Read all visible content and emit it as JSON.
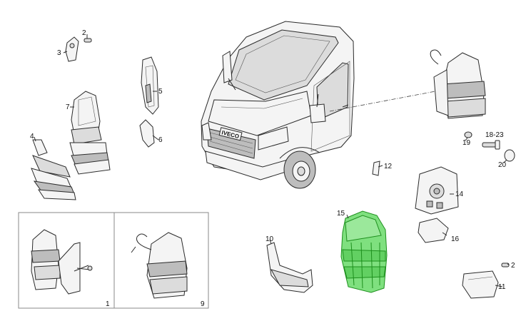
{
  "callouts": {
    "c1": "1",
    "c2a": "2",
    "c2b": "2",
    "c3": "3",
    "c4": "4",
    "c5": "5",
    "c6": "6",
    "c7": "7",
    "c9": "9",
    "c10": "10",
    "c11": "11",
    "c12": "12",
    "c14": "14",
    "c15": "15",
    "c16": "16",
    "c18_23": "18-23",
    "c19": "19",
    "c20": "20"
  },
  "truck_badge": "IVECO",
  "colors": {
    "highlight": "#7fe07f",
    "highlight_edge": "#1d8f1d",
    "line": "#2b2b2b"
  }
}
